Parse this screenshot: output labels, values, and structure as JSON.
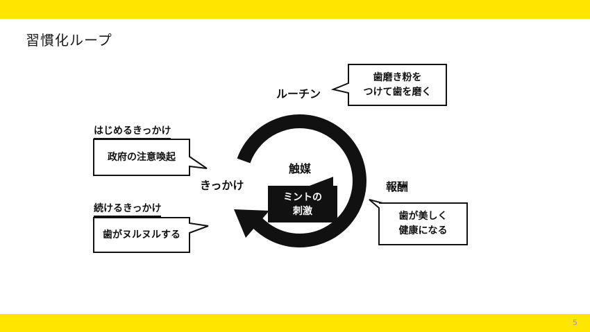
{
  "slide": {
    "title": "習慣化ループ",
    "page_number": "5",
    "accent_color": "#FFE600"
  },
  "loop": {
    "center_label": "触媒",
    "center_box_line1": "ミントの",
    "center_box_line2": "刺激",
    "left_label": "きっかけ",
    "top_label": "ルーチン",
    "right_label": "報酬"
  },
  "routine_box": {
    "line1": "歯磨き粉を",
    "line2": "つけて歯を磨く"
  },
  "reward_box": {
    "line1": "歯が美しく",
    "line2": "健康になる"
  },
  "start_trigger": {
    "heading": "はじめるきっかけ",
    "text": "政府の注意喚起"
  },
  "continue_trigger": {
    "heading": "続けるきっかけ",
    "text": "歯がヌルヌルする"
  }
}
